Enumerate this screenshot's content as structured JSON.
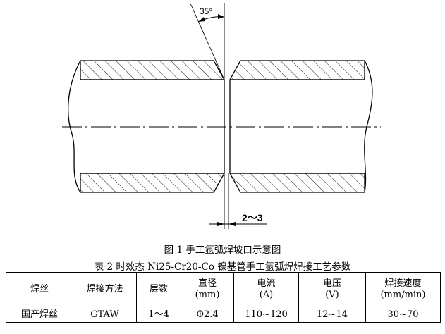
{
  "figure": {
    "angle_label": "35°",
    "gap_label": "2～3",
    "caption": "图 1  手工氩弧焊坡口示意图"
  },
  "table": {
    "caption": "表 2  时效态 Ni25-Cr20-Co 镍基管手工氩弧焊焊接工艺参数",
    "headers": [
      {
        "main": "焊丝",
        "sub": ""
      },
      {
        "main": "焊接方法",
        "sub": ""
      },
      {
        "main": "层数",
        "sub": ""
      },
      {
        "main": "直径",
        "sub": "(mm)"
      },
      {
        "main": "电流",
        "sub": "(A)"
      },
      {
        "main": "电压",
        "sub": "(V)"
      },
      {
        "main": "焊接速度",
        "sub": "(mm/min)"
      }
    ],
    "rows": [
      [
        "国产焊丝",
        "GTAW",
        "1～4",
        "Φ2.4",
        "110~120",
        "12~14",
        "30~70"
      ]
    ]
  }
}
